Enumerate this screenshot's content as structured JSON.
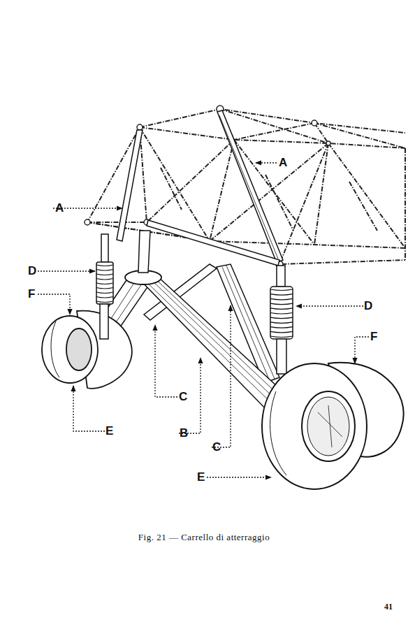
{
  "diagram": {
    "caption": "Fig. 21 — Carrello di atterraggio",
    "labels": [
      "A",
      "A",
      "D",
      "F",
      "C",
      "B",
      "C",
      "D",
      "F",
      "E",
      "E",
      "41"
    ]
  }
}
